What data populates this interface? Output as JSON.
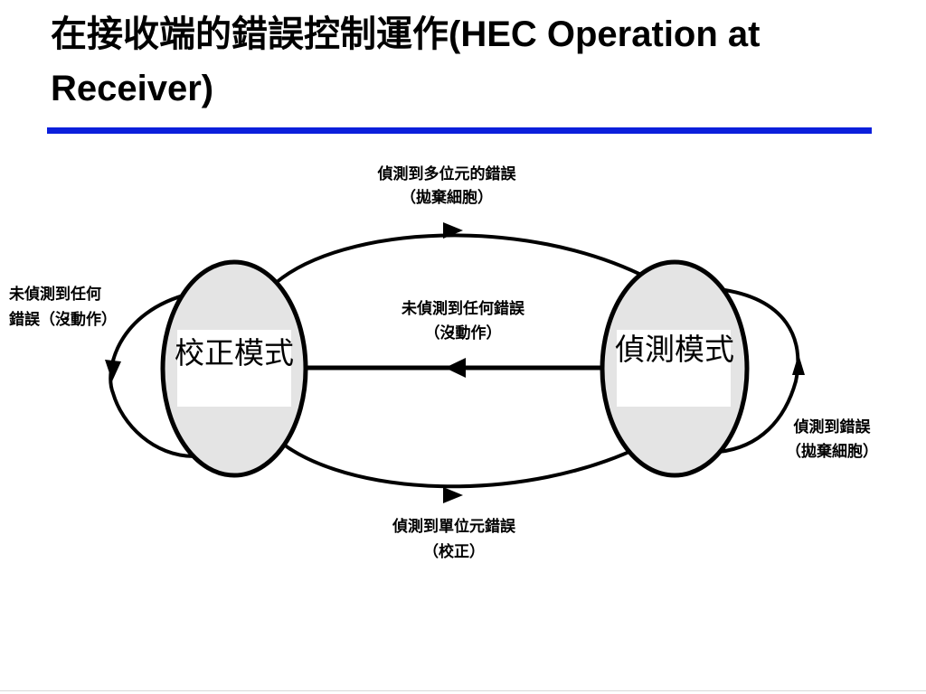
{
  "title": {
    "zh": "在接收端的錯誤控制運作",
    "en": "(HEC Operation at Receiver)"
  },
  "colors": {
    "accent_rule": "#0b1fdc",
    "ellipse_fill": "#e4e4e4",
    "line": "#000000",
    "bottom_rule": "#d8d8d8"
  },
  "diagram": {
    "states": [
      {
        "id": "correction",
        "label": "校正模式"
      },
      {
        "id": "detection",
        "label": "偵測模式"
      }
    ],
    "transitions": [
      {
        "from": "correction",
        "to": "detection",
        "line1": "偵測到多位元的錯誤",
        "line2": "（拋棄細胞）"
      },
      {
        "from": "detection",
        "to": "correction",
        "line1": "未偵測到任何錯誤",
        "line2": "（沒動作）"
      },
      {
        "from": "correction",
        "to": "detection",
        "line1": "偵測到單位元錯誤",
        "line2": "（校正）"
      },
      {
        "from": "correction",
        "to": "correction",
        "line1": "未偵測到任何",
        "line2": "錯誤（沒動作）"
      },
      {
        "from": "detection",
        "to": "detection",
        "line1": "偵測到錯誤",
        "line2": "（拋棄細胞）"
      }
    ]
  }
}
